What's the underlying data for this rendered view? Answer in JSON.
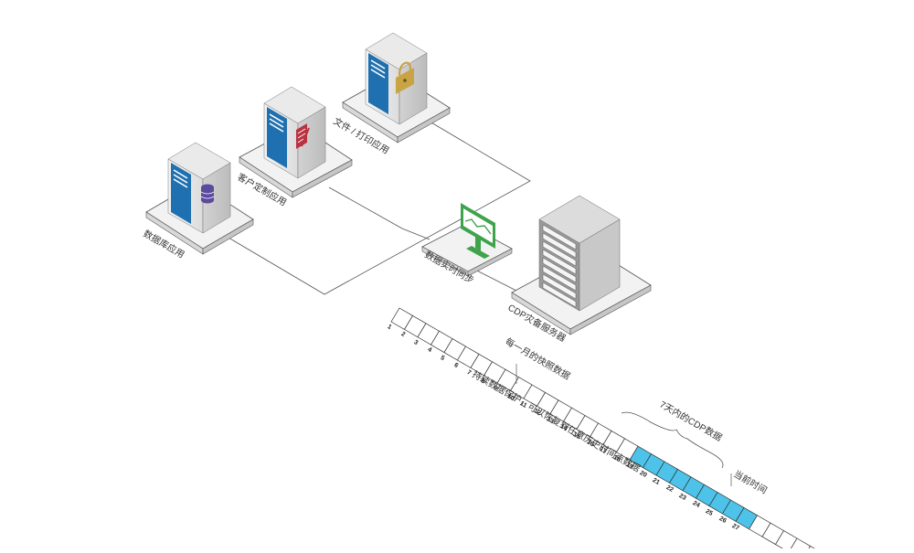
{
  "labels": {
    "database_app": "数据库应用",
    "custom_app": "客户定制应用",
    "file_print_app": "文件 / 打印应用",
    "realtime_sync": "数据实时同步",
    "cdp_server": "CDP灾备服务器",
    "monthly_snapshot": "每一月的快照数据",
    "continuous_protection": "持续数据保护，可以恢复到任意历史时间点数据",
    "cdp_7days": "7天内的CDP数据",
    "current_time": "当前时间"
  },
  "timeline": {
    "days": [
      "1",
      "2",
      "3",
      "4",
      "5",
      "6",
      "7",
      "8",
      "9",
      "10",
      "11",
      "12",
      "13",
      "14",
      "15",
      "16",
      "17",
      "18",
      "19",
      "20",
      "21",
      "22",
      "23",
      "24",
      "25",
      "26",
      "27"
    ],
    "highlight_from_day": 19,
    "highlight_to_day": 27,
    "trailing_empty_cells": 6,
    "highlight_color": "#4dc3ea"
  },
  "colors": {
    "server_blue": "#1f70b0",
    "lock_gold": "#c9a445",
    "doc_red": "#b93240",
    "db_purple": "#5b4a9e",
    "monitor_green": "#3ea34b"
  }
}
